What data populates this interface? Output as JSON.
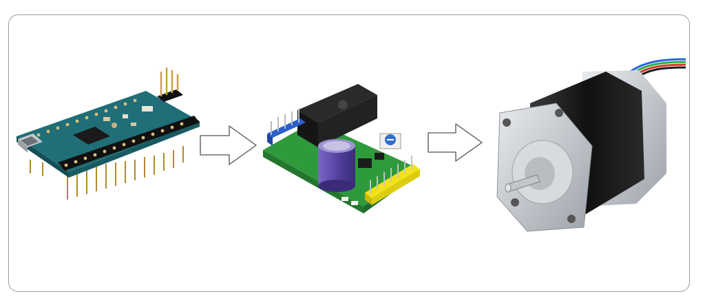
{
  "diagram": {
    "nodes": [
      {
        "id": "arduino-nano",
        "icon": "microcontroller-board-icon"
      },
      {
        "id": "stepper-driver",
        "icon": "motor-driver-board-icon"
      },
      {
        "id": "stepper-motor",
        "icon": "stepper-motor-icon"
      }
    ],
    "edges": [
      {
        "from": "arduino-nano",
        "to": "stepper-driver",
        "style": "outline-arrow"
      },
      {
        "from": "stepper-driver",
        "to": "stepper-motor",
        "style": "outline-arrow"
      }
    ],
    "colors": {
      "frame": "#9a9a9a",
      "arduino_pcb": "#1f6e78",
      "driver_pcb": "#2f9a3c",
      "header_blue": "#2c5fc9",
      "header_yellow": "#f2e21a",
      "capacitor": "#5a46a8",
      "motor_body": "#1b1b1b",
      "motor_flange": "#c9ccd0",
      "wire_blue": "#2b66d9",
      "wire_green": "#2fae4a",
      "wire_red": "#d23a2a"
    }
  }
}
